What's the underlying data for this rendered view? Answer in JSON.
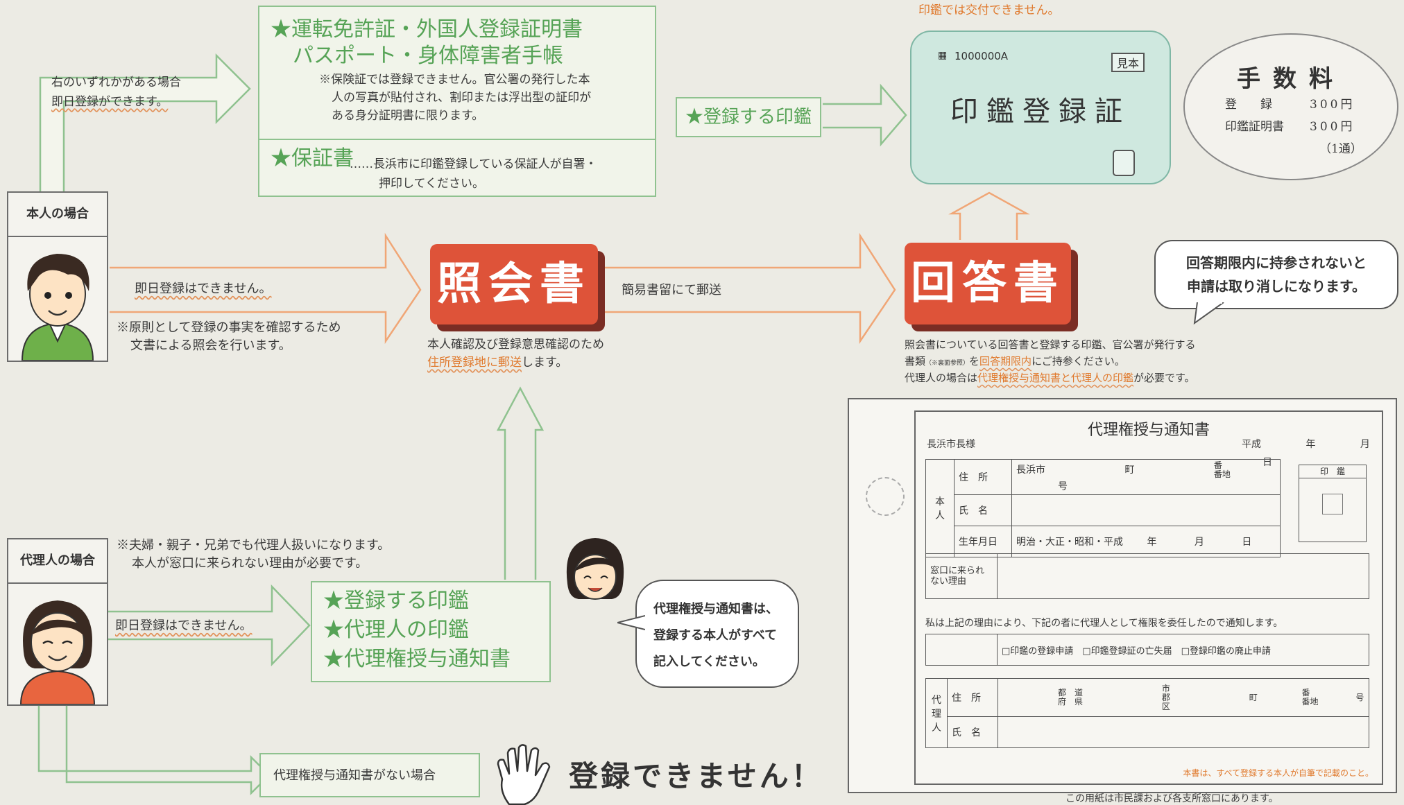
{
  "top_note": "印鑑では交付できません。",
  "honnin": {
    "label": "本人の場合",
    "side_note_line1": "右のいずれかがある場合",
    "side_note_line2": "即日登録ができます。",
    "id_docs_line1": "★運転免許証・外国人登録証明書",
    "id_docs_line2": "パスポート・身体障害者手帳",
    "id_note_line1": "※保険証では登録できません。官公署の発行した本",
    "id_note_line2": "人の写真が貼付され、割印または浮出型の証印が",
    "id_note_line3": "ある身分証明書に限ります。",
    "guarantee_title": "★保証書",
    "guarantee_text_line1": "……長浜市に印鑑登録している保証人が自署・",
    "guarantee_text_line2": "押印してください。",
    "register_seal": "★登録する印鑑",
    "no_same_day": "即日登録はできません。",
    "principle_line1": "※原則として登録の事実を確認するため",
    "principle_line2": "文書による照会を行います。"
  },
  "card": {
    "number": "1000000A",
    "sample": "見本",
    "title": "印鑑登録証"
  },
  "fee": {
    "title": "手数料",
    "row1_label": "登　　録",
    "row1_value": "300円",
    "row2_label": "印鑑証明書",
    "row2_value": "300円",
    "row3": "（1通）"
  },
  "shokai": {
    "title": "照会書",
    "mail_note": "簡易書留にて郵送",
    "desc_line1": "本人確認及び登録意思確認のため",
    "desc_line2_highlight": "住所登録地に郵送",
    "desc_line2_rest": "します。"
  },
  "kaito": {
    "title": "回答書",
    "desc_line1": "照会書についている回答書と登録する印鑑、官公署が発行する",
    "desc_line2_a": "書類",
    "desc_line2_small": "（※裏面参照）",
    "desc_line2_b": "を",
    "desc_line2_highlight": "回答期限内",
    "desc_line2_c": "にご持参ください。",
    "desc_line3_a": "代理人の場合は",
    "desc_line3_highlight": "代理権授与通知書と代理人の印鑑",
    "desc_line3_b": "が必要です。"
  },
  "deadline_bubble": {
    "line1": "回答期限内に持参されないと",
    "line2": "申請は取り消しになります。"
  },
  "dairi": {
    "label": "代理人の場合",
    "note_line1": "※夫婦・親子・兄弟でも代理人扱いになります。",
    "note_line2": "本人が窓口に来られない理由が必要です。",
    "no_same_day": "即日登録はできません。",
    "item1": "★登録する印鑑",
    "item2": "★代理人の印鑑",
    "item3": "★代理権授与通知書",
    "bubble_line1": "代理権授与通知書は、",
    "bubble_line2": "登録する本人がすべて",
    "bubble_line3": "記入してください。",
    "no_notice": "代理権授与通知書がない場合",
    "cannot_register": "登録できません！"
  },
  "form": {
    "title": "代理権授与通知書",
    "addressee": "長浜市長様",
    "date_era": "平成",
    "date_year": "年",
    "date_month": "月",
    "date_day": "日",
    "principal_side": "本　人",
    "address_label": "住　所",
    "address_city": "長浜市",
    "address_town": "町",
    "address_banchi": "番\n番地",
    "address_go": "号",
    "name_label": "氏　名",
    "birth_label": "生年月日",
    "birth_eras": "明治・大正・昭和・平成",
    "birth_year": "年",
    "birth_month": "月",
    "birth_day": "日",
    "seal_label": "印　鑑",
    "reason_label": "窓口に来られない理由",
    "delegation_text": "私は上記の理由により、下記の者に代理人として権限を委任したので通知します。",
    "options": "□印鑑の登録申請　□印鑑登録証の亡失届　□登録印鑑の廃止申請",
    "agent_side": "代理人",
    "agent_address_label": "住　所",
    "agent_pref": "都　道\n府　県",
    "agent_city": "市\n郡\n区",
    "agent_town": "町",
    "agent_banchi": "番\n番地",
    "agent_go": "号",
    "agent_name_label": "氏　名",
    "footer_note": "本書は、すべて登録する本人が自筆で記載のこと。"
  },
  "bottom_note": "この用紙は市民課および各支所窓口にあります。"
}
